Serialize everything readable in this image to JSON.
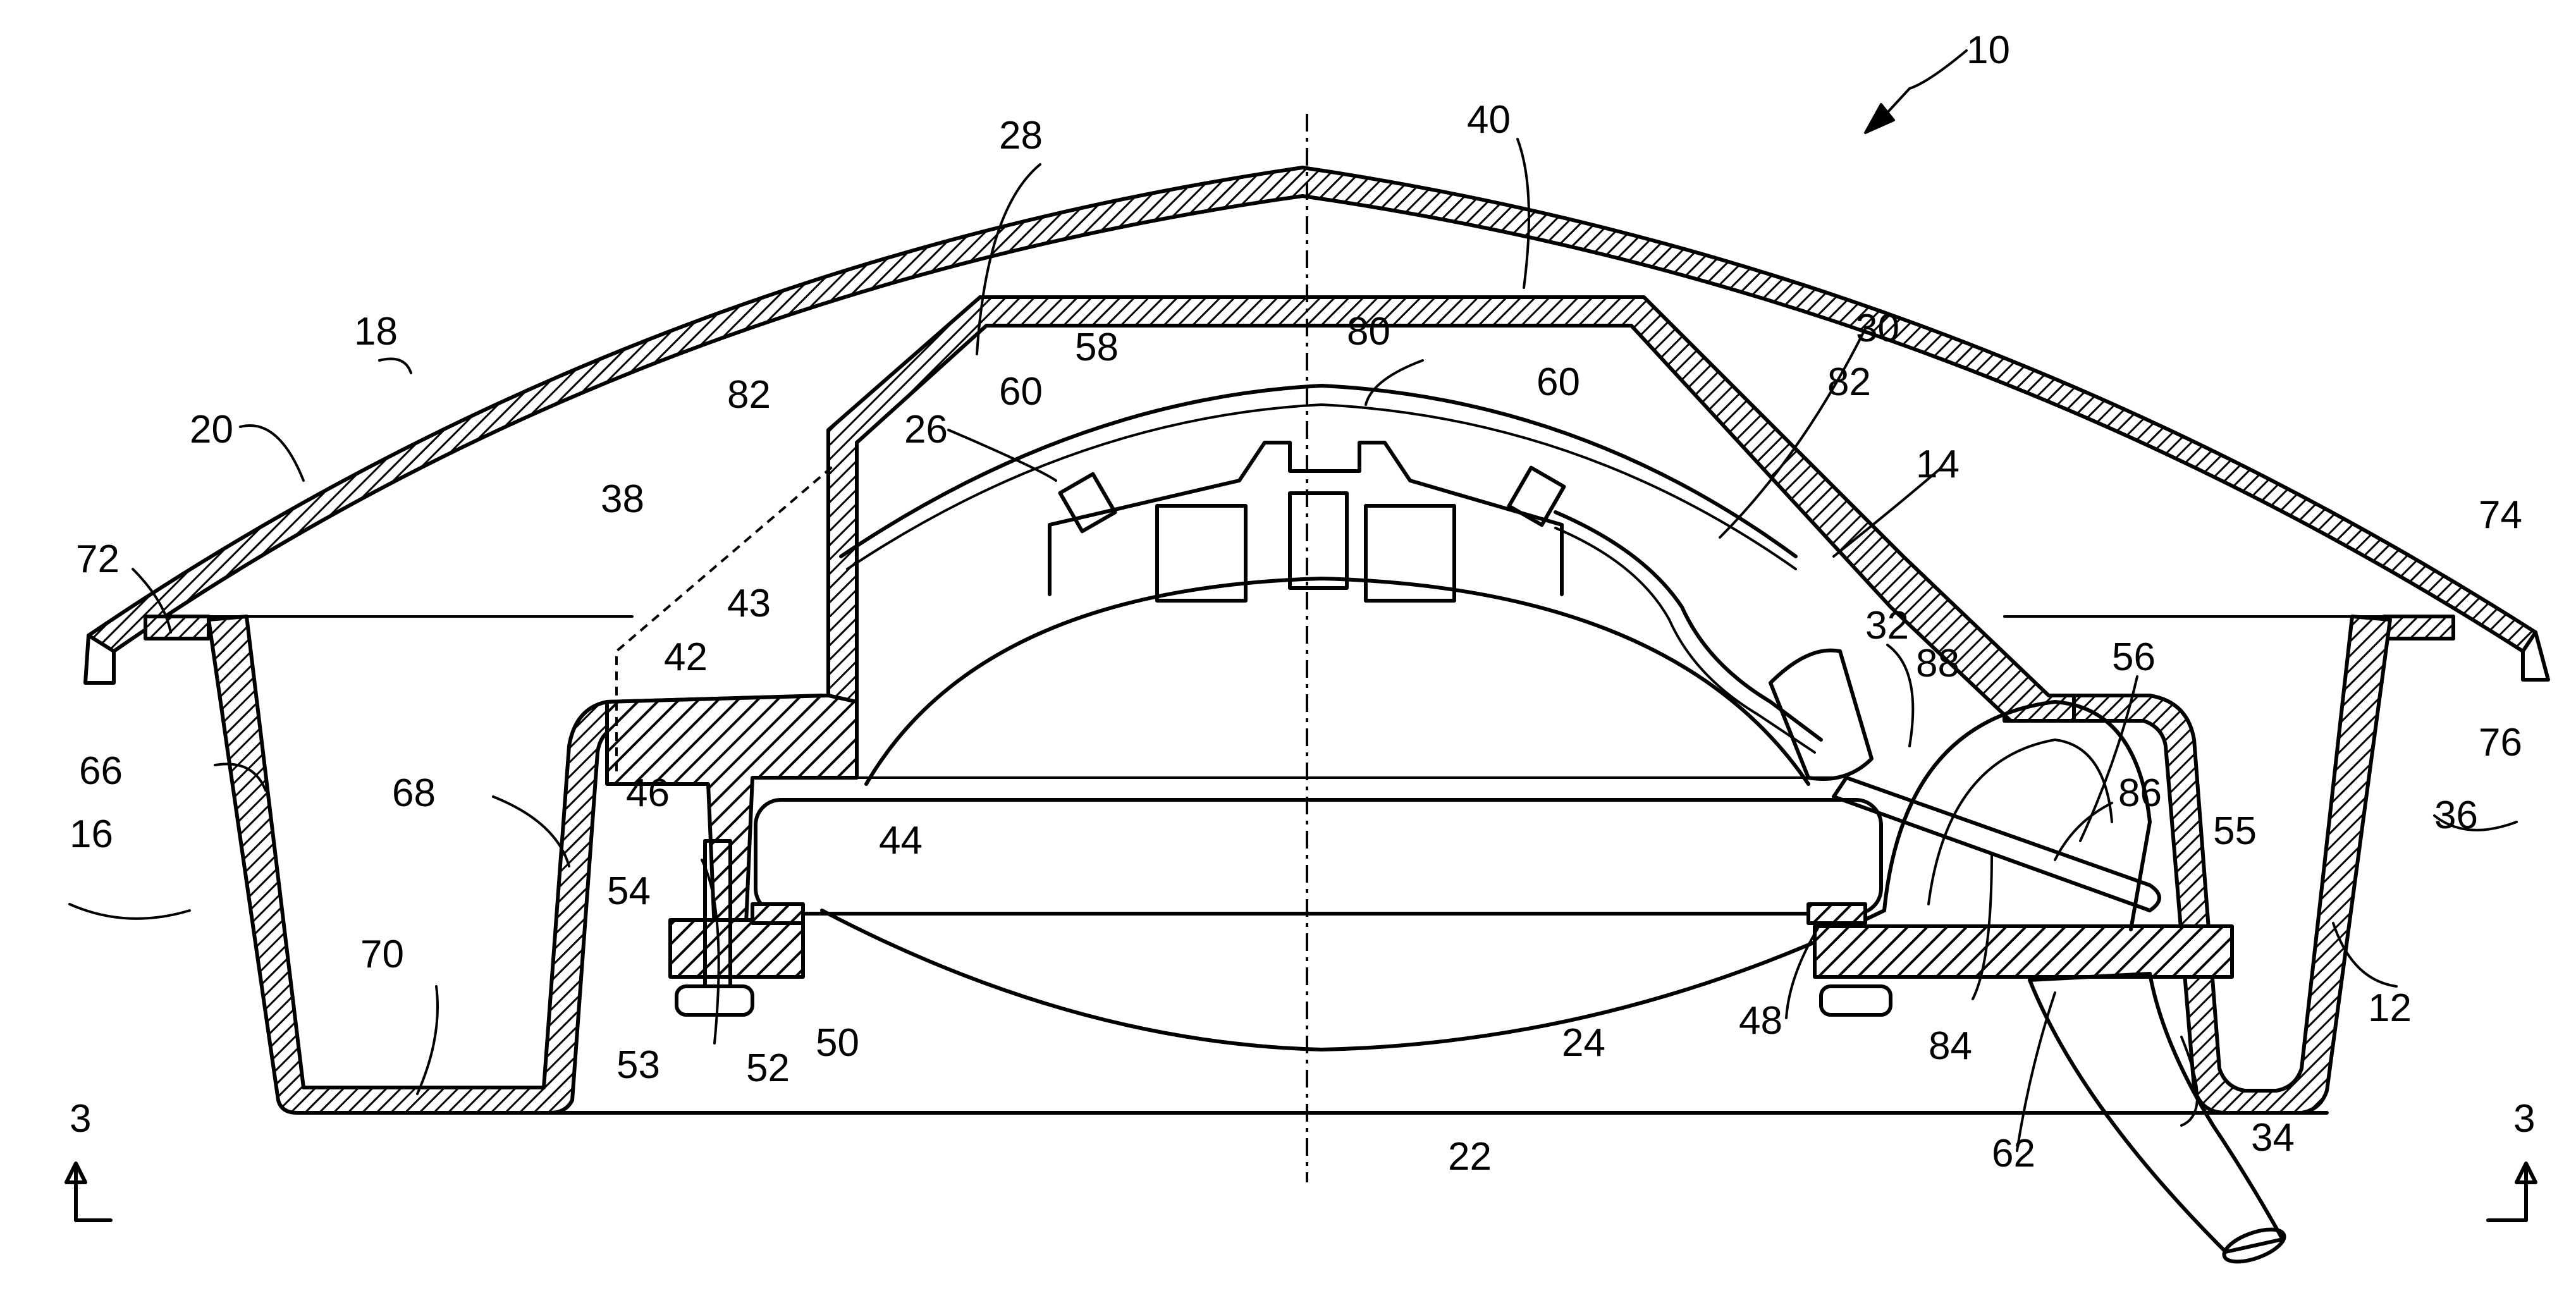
{
  "figure": {
    "reference_numerals": {
      "r10": "10",
      "r12": "12",
      "r14": "14",
      "r16": "16",
      "r18": "18",
      "r20": "20",
      "r22": "22",
      "r24": "24",
      "r26": "26",
      "r28": "28",
      "r30": "30",
      "r32": "32",
      "r34": "34",
      "r36": "36",
      "r38": "38",
      "r40": "40",
      "r42": "42",
      "r43": "43",
      "r44": "44",
      "r46": "46",
      "r48": "48",
      "r50": "50",
      "r52": "52",
      "r53": "53",
      "r54": "54",
      "r55": "55",
      "r56": "56",
      "r58": "58",
      "r60a": "60",
      "r60b": "60",
      "r62": "62",
      "r66": "66",
      "r68": "68",
      "r70": "70",
      "r72": "72",
      "r74": "74",
      "r76": "76",
      "r80": "80",
      "r82a": "82",
      "r82b": "82",
      "r84": "84",
      "r86": "86",
      "r88": "88"
    },
    "section_marks": {
      "left": "3",
      "right": "3"
    }
  }
}
